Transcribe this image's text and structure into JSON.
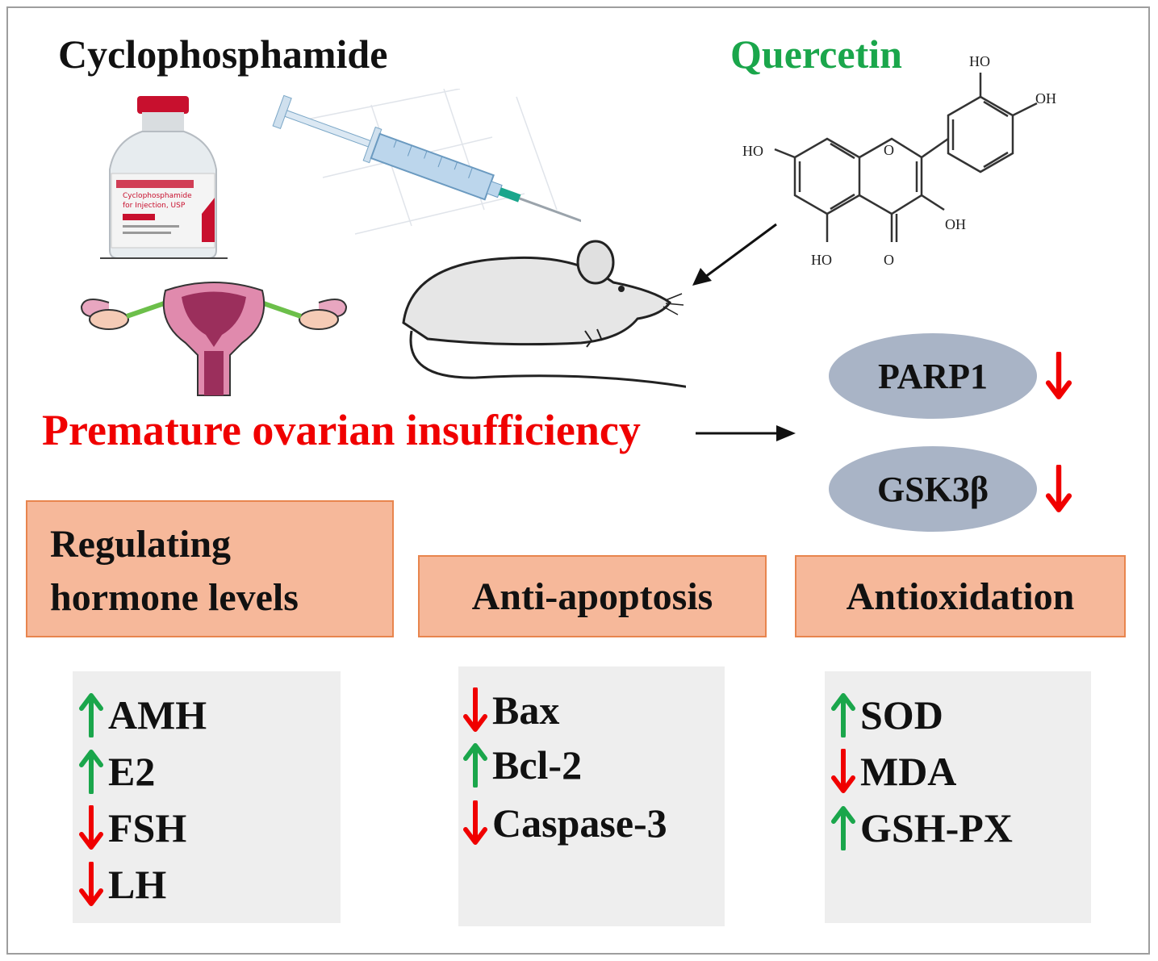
{
  "drug_label": "Cyclophosphamide",
  "compound_label": "Quercetin",
  "condition_label": "Premature ovarian insufficiency",
  "targets": [
    {
      "name": "PARP1",
      "direction": "down"
    },
    {
      "name": "GSK3β",
      "direction": "down"
    }
  ],
  "molecule": {
    "labels": [
      "HO",
      "OH",
      "HO",
      "O",
      "OH",
      "HO",
      "O"
    ]
  },
  "vial": {
    "label_lines": [
      "Cyclophosphamide",
      "for Injection, USP"
    ]
  },
  "effects": [
    {
      "title": "Regulating hormone levels",
      "items": [
        {
          "name": "AMH",
          "direction": "up"
        },
        {
          "name": "E2",
          "direction": "up"
        },
        {
          "name": "FSH",
          "direction": "down"
        },
        {
          "name": "LH",
          "direction": "down"
        }
      ]
    },
    {
      "title": "Anti-apoptosis",
      "items": [
        {
          "name": "Bax",
          "direction": "down"
        },
        {
          "name": "Bcl-2",
          "direction": "up"
        },
        {
          "name": "Caspase-3",
          "direction": "down"
        }
      ]
    },
    {
      "title": "Antioxidation",
      "items": [
        {
          "name": "SOD",
          "direction": "up"
        },
        {
          "name": "MDA",
          "direction": "down"
        },
        {
          "name": "GSH-PX",
          "direction": "up"
        }
      ]
    }
  ],
  "colors": {
    "up": "#1aa64b",
    "down": "#f00000",
    "box_fill": "#f6b89a",
    "box_border": "#e8854e",
    "ellipse": "#a9b4c6"
  }
}
